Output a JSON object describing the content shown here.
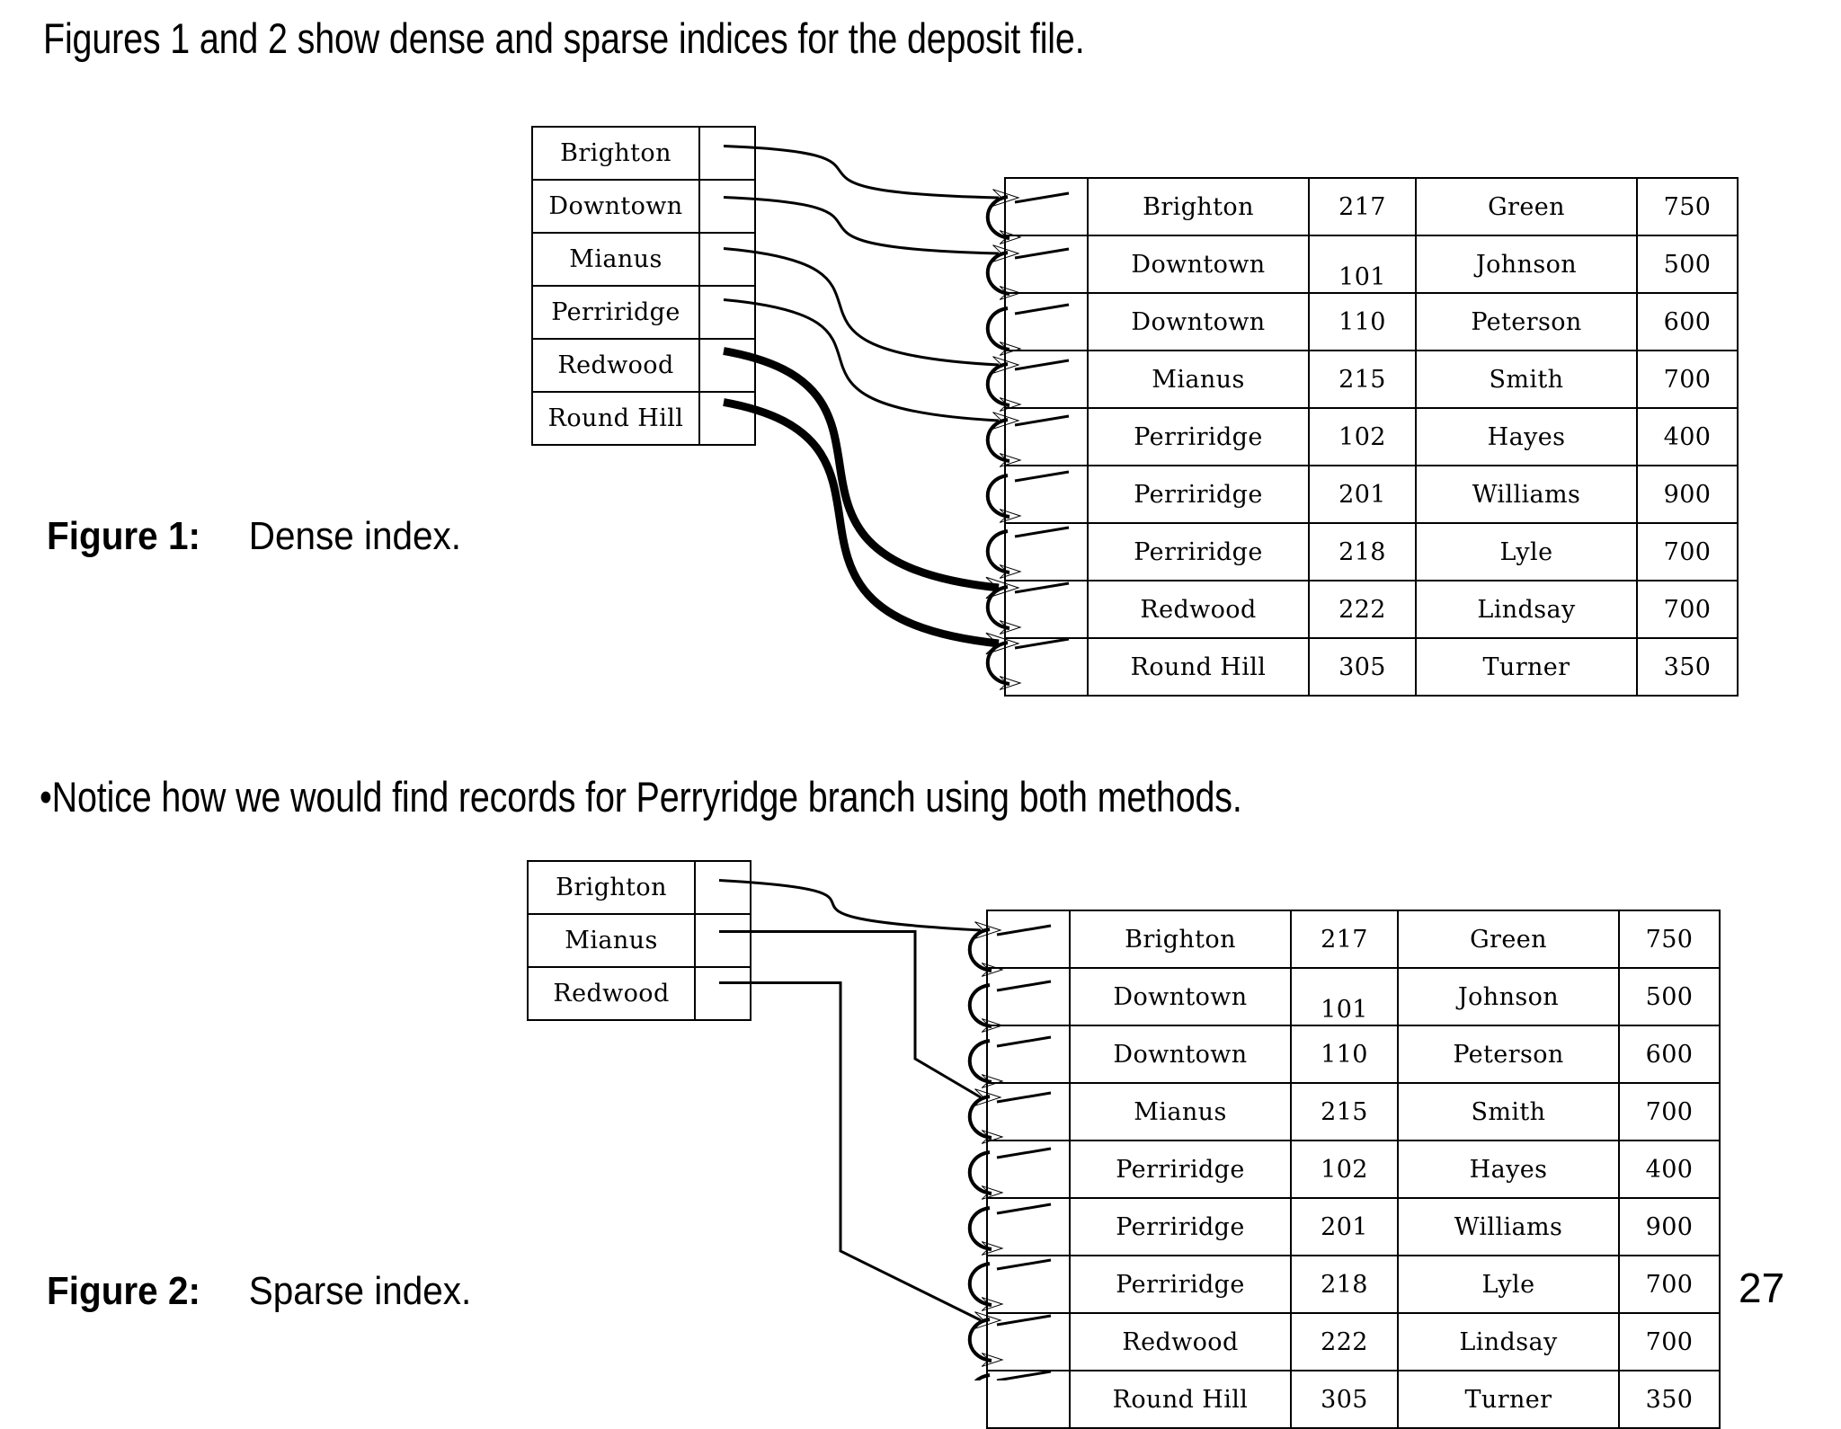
{
  "slide": {
    "intro_text": "Figures 1 and 2 show dense and sparse indices for the deposit file.",
    "notice_text": "•Notice how we would find records for Perryridge branch using both methods.",
    "page_number": "27"
  },
  "figure1": {
    "caption_label": "Figure 1:",
    "caption_text": "Dense index.",
    "index": {
      "name": "dense-index",
      "entries": [
        {
          "key": "Brighton"
        },
        {
          "key": "Downtown"
        },
        {
          "key": "Mianus"
        },
        {
          "key": "Perriridge"
        },
        {
          "key": "Redwood"
        },
        {
          "key": "Round Hill"
        }
      ]
    },
    "file": {
      "name": "deposit-file",
      "rows": [
        {
          "branch": "Brighton",
          "account": "217",
          "customer": "Green",
          "balance": "750"
        },
        {
          "branch": "Downtown",
          "account": "101",
          "customer": "Johnson",
          "balance": "500"
        },
        {
          "branch": "Downtown",
          "account": "110",
          "customer": "Peterson",
          "balance": "600"
        },
        {
          "branch": "Mianus",
          "account": "215",
          "customer": "Smith",
          "balance": "700"
        },
        {
          "branch": "Perriridge",
          "account": "102",
          "customer": "Hayes",
          "balance": "400"
        },
        {
          "branch": "Perriridge",
          "account": "201",
          "customer": "Williams",
          "balance": "900"
        },
        {
          "branch": "Perriridge",
          "account": "218",
          "customer": "Lyle",
          "balance": "700"
        },
        {
          "branch": "Redwood",
          "account": "222",
          "customer": "Lindsay",
          "balance": "700"
        },
        {
          "branch": "Round Hill",
          "account": "305",
          "customer": "Turner",
          "balance": "350"
        }
      ]
    }
  },
  "figure2": {
    "caption_label": "Figure 2:",
    "caption_text": "Sparse index.",
    "index": {
      "name": "sparse-index",
      "entries": [
        {
          "key": "Brighton"
        },
        {
          "key": "Mianus"
        },
        {
          "key": "Redwood"
        }
      ]
    },
    "file": {
      "name": "deposit-file",
      "rows": [
        {
          "branch": "Brighton",
          "account": "217",
          "customer": "Green",
          "balance": "750"
        },
        {
          "branch": "Downtown",
          "account": "101",
          "customer": "Johnson",
          "balance": "500"
        },
        {
          "branch": "Downtown",
          "account": "110",
          "customer": "Peterson",
          "balance": "600"
        },
        {
          "branch": "Mianus",
          "account": "215",
          "customer": "Smith",
          "balance": "700"
        },
        {
          "branch": "Perriridge",
          "account": "102",
          "customer": "Hayes",
          "balance": "400"
        },
        {
          "branch": "Perriridge",
          "account": "201",
          "customer": "Williams",
          "balance": "900"
        },
        {
          "branch": "Perriridge",
          "account": "218",
          "customer": "Lyle",
          "balance": "700"
        },
        {
          "branch": "Redwood",
          "account": "222",
          "customer": "Lindsay",
          "balance": "700"
        },
        {
          "branch": "Round Hill",
          "account": "305",
          "customer": "Turner",
          "balance": "350"
        }
      ]
    }
  },
  "colors": {
    "ink": "#000000",
    "paper": "#ffffff"
  }
}
